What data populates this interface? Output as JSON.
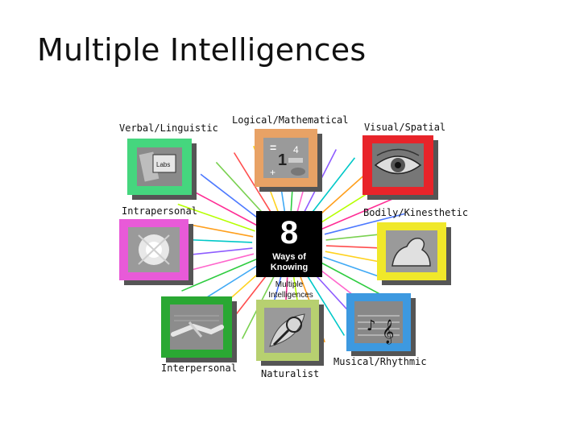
{
  "title": "Multiple Intelligences",
  "center": {
    "number": "8",
    "line1": "Ways of",
    "line2": "Knowing",
    "caption1": "Multiple",
    "caption2": "Intelligences"
  },
  "intelligences": [
    {
      "label": "Verbal/Linguistic",
      "color": "#45d67e",
      "icon": "books-icon"
    },
    {
      "label": "Logical/Mathematical",
      "color": "#e8a265",
      "icon": "numbers-icon"
    },
    {
      "label": "Visual/Spatial",
      "color": "#e8242a",
      "icon": "eye-icon"
    },
    {
      "label": "Intrapersonal",
      "color": "#e85ad8",
      "icon": "reflection-icon"
    },
    {
      "label": "Bodily/Kinesthetic",
      "color": "#f0e82a",
      "icon": "flexed-arm-icon"
    },
    {
      "label": "Interpersonal",
      "color": "#2aa833",
      "icon": "handshake-icon"
    },
    {
      "label": "Naturalist",
      "color": "#b7d070",
      "icon": "magnifier-leaf-icon"
    },
    {
      "label": "Musical/Rhythmic",
      "color": "#3d99e0",
      "icon": "music-note-icon"
    }
  ]
}
